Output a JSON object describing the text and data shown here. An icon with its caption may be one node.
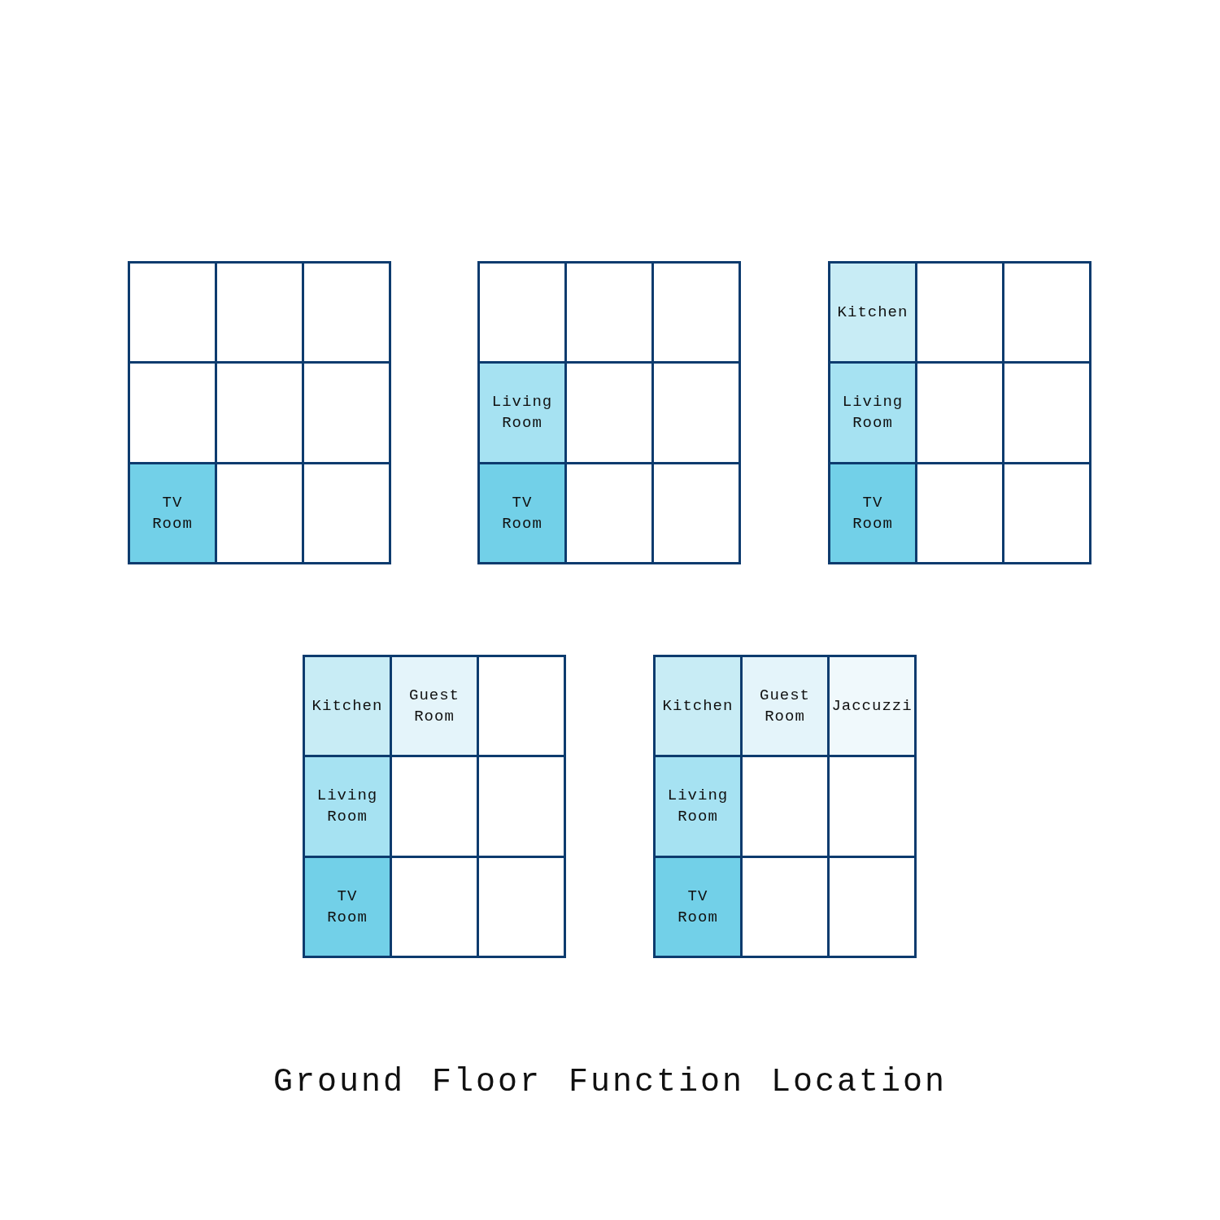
{
  "diagram": {
    "caption": "Ground Floor Function Location",
    "nodes": [
      {
        "text": [],
        "shape": "box"
      },
      {
        "text": [],
        "shape": "box",
        "in": 0
      },
      {
        "text": [],
        "shape": "box",
        "in": 0
      },
      {
        "text": [],
        "shape": "box",
        "in": 0
      },
      {
        "text": [],
        "shape": "box",
        "in": 0
      },
      {
        "text": [],
        "shape": "box",
        "in": 0
      },
      {
        "text": [],
        "shape": "box",
        "in": 0
      },
      {
        "text": [
          "TV Room"
        ],
        "in": 0
      },
      {
        "text": [],
        "shape": "box",
        "in": 0
      },
      {
        "text": [],
        "shape": "box",
        "in": 0
      },
      {
        "text": [],
        "shape": "box"
      },
      {
        "text": [],
        "shape": "box",
        "in": 10
      },
      {
        "text": [],
        "shape": "box",
        "in": 10
      },
      {
        "text": [],
        "shape": "box",
        "in": 10
      },
      {
        "text": [
          "Living Room"
        ],
        "in": 10
      },
      {
        "text": [],
        "shape": "box",
        "in": 10
      },
      {
        "text": [],
        "shape": "box",
        "in": 10
      },
      {
        "text": [
          "TV Room"
        ],
        "in": 10
      },
      {
        "text": [],
        "shape": "box",
        "in": 10
      },
      {
        "text": [],
        "shape": "box",
        "in": 10
      },
      {
        "text": [],
        "shape": "box"
      },
      {
        "text": [
          "Kitchen"
        ],
        "in": 20
      },
      {
        "text": [],
        "shape": "box",
        "in": 20
      },
      {
        "text": [],
        "shape": "box",
        "in": 20
      },
      {
        "text": [
          "Living Room"
        ],
        "in": 20
      },
      {
        "text": [],
        "shape": "box",
        "in": 20
      },
      {
        "text": [],
        "shape": "box",
        "in": 20
      },
      {
        "text": [
          "TV Room"
        ],
        "in": 20
      },
      {
        "text": [],
        "shape": "box",
        "in": 20
      },
      {
        "text": [],
        "shape": "box",
        "in": 20
      },
      {
        "text": [],
        "shape": "box"
      },
      {
        "text": [
          "Kitchen"
        ],
        "in": 30
      },
      {
        "text": [
          "Guest Room"
        ],
        "in": 30
      },
      {
        "text": [],
        "shape": "box",
        "in": 30
      },
      {
        "text": [
          "Living Room"
        ],
        "in": 30
      },
      {
        "text": [],
        "shape": "box",
        "in": 30
      },
      {
        "text": [],
        "shape": "box",
        "in": 30
      },
      {
        "text": [
          "TV Room"
        ],
        "in": 30
      },
      {
        "text": [],
        "shape": "box",
        "in": 30
      },
      {
        "text": [],
        "shape": "box",
        "in": 30
      },
      {
        "text": [],
        "shape": "box"
      },
      {
        "text": [
          "Kitchen"
        ],
        "in": 40
      },
      {
        "text": [
          "Guest Room"
        ],
        "in": 40
      },
      {
        "text": [
          "Jaccuzzi"
        ],
        "in": 40
      },
      {
        "text": [
          "Living Room"
        ],
        "in": 40
      },
      {
        "text": [],
        "shape": "box",
        "in": 40
      },
      {
        "text": [],
        "shape": "box",
        "in": 40
      },
      {
        "text": [
          "TV Room"
        ],
        "in": 40
      },
      {
        "text": [],
        "shape": "box",
        "in": 40
      },
      {
        "text": [],
        "shape": "box",
        "in": 40
      }
    ]
  }
}
